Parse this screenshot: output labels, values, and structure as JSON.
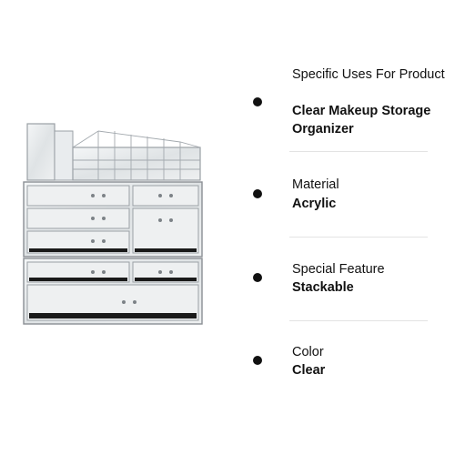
{
  "product_image": {
    "subject": "acrylic-makeup-organizer",
    "colors": {
      "acrylic": "#d7dadc",
      "edge": "#8a8f94",
      "liner": "#1a1a1a"
    }
  },
  "specs": [
    {
      "label": "Specific Uses For Product",
      "value": "Clear Makeup Storage Organizer"
    },
    {
      "label": "Material",
      "value": "Acrylic"
    },
    {
      "label": "Special Feature",
      "value": "Stackable"
    },
    {
      "label": "Color",
      "value": "Clear"
    }
  ],
  "colors": {
    "text": "#111111",
    "bullet": "#111111",
    "divider": "#e3e3e3"
  }
}
